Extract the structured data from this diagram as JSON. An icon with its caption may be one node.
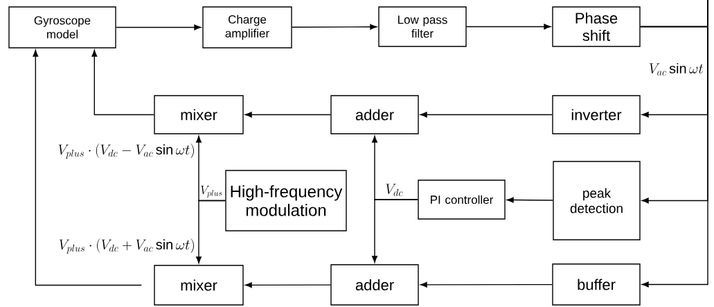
{
  "diagram": {
    "nodes": [
      {
        "text": [
          "Gyroscope model"
        ]
      },
      {
        "text": [
          "Charge amplifier"
        ]
      },
      {
        "text": [
          "Low pass filter"
        ]
      },
      {
        "text": [
          "Phase shift"
        ]
      },
      {
        "text": [
          "mixer"
        ]
      },
      {
        "text": [
          "adder"
        ]
      },
      {
        "text": [
          "inverter"
        ]
      },
      {
        "text": [
          "High-frequency modulation"
        ]
      },
      {
        "text": [
          "PI controller"
        ]
      },
      {
        "text": [
          "peak detection"
        ]
      },
      {
        "text": [
          "mixer"
        ]
      },
      {
        "text": [
          "adder"
        ]
      },
      {
        "text": [
          "buffer"
        ]
      }
    ],
    "edges": [
      {
        "from": 0,
        "to": 1,
        "arrow": "to"
      },
      {
        "from": 1,
        "to": 2,
        "arrow": "to"
      },
      {
        "from": 2,
        "to": 3,
        "arrow": "to"
      },
      {
        "from": 3,
        "to": 6,
        "arrow": "to",
        "label": "V_{ac}\\sin\\omega t"
      },
      {
        "from": 3,
        "to": 9,
        "arrow": "to"
      },
      {
        "from": 3,
        "to": 12,
        "arrow": "to"
      },
      {
        "from": 6,
        "to": 5,
        "arrow": "to"
      },
      {
        "from": 5,
        "to": 4,
        "arrow": "to"
      },
      {
        "from": 4,
        "to": 0,
        "arrow": "to"
      },
      {
        "from": 7,
        "to": 4,
        "arrow": "to",
        "label": "V_{plus}\\cdot(V_{dc}-V_{ac}\\sin\\omega t)"
      },
      {
        "from": 7,
        "to": 10,
        "arrow": "to",
        "label": "V_{plus}\\cdot(V_{dc}+V_{ac}\\sin\\omega t)"
      },
      {
        "from": 9,
        "to": 8,
        "arrow": "to"
      },
      {
        "from": 8,
        "to": 5,
        "arrow": "to"
      },
      {
        "from": 8,
        "to": 11,
        "arrow": "to"
      },
      {
        "from": 12,
        "to": 11,
        "arrow": "to"
      },
      {
        "from": 11,
        "to": 10,
        "arrow": "to"
      },
      {
        "from": 10,
        "to": 0,
        "arrow": "to"
      }
    ],
    "labels": [
      "V_{plus}",
      "V_{dc}"
    ]
  }
}
